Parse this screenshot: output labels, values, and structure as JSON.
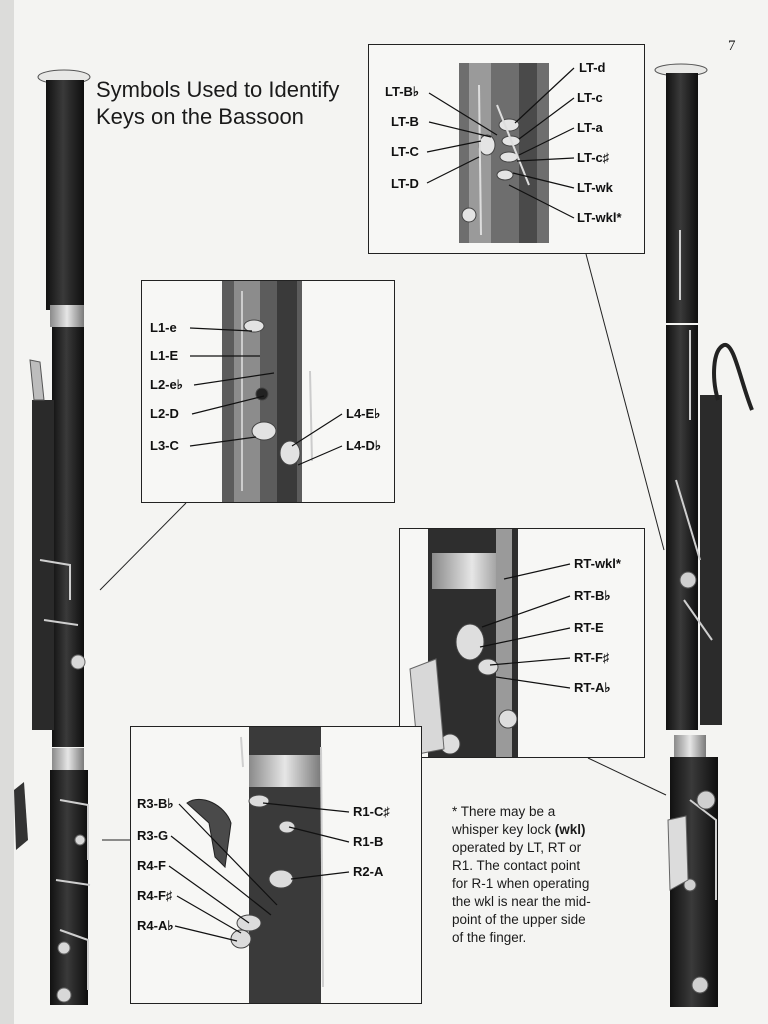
{
  "page_number": "7",
  "title": {
    "line1": "Symbols Used to Identify",
    "line2": "Keys on the Bassoon"
  },
  "panels": {
    "left_thumb": {
      "left_labels": [
        "LT-B♭",
        "LT-B",
        "LT-C",
        "LT-D"
      ],
      "right_labels": [
        "LT-d",
        "LT-c",
        "LT-a",
        "LT-c♯",
        "LT-wk",
        "LT-wkl*"
      ]
    },
    "left_hand": {
      "left_labels": [
        "L1-e",
        "L1-E",
        "L2-e♭",
        "L2-D",
        "L3-C"
      ],
      "right_labels": [
        "L4-E♭",
        "L4-D♭"
      ]
    },
    "right_thumb": {
      "right_labels": [
        "RT-wkl*",
        "RT-B♭",
        "RT-E",
        "RT-F♯",
        "RT-A♭"
      ]
    },
    "right_hand": {
      "left_labels": [
        "R3-B♭",
        "R3-G",
        "R4-F",
        "R4-F♯",
        "R4-A♭"
      ],
      "right_labels": [
        "R1-C♯",
        "R1-B",
        "R2-A"
      ]
    }
  },
  "footnote": {
    "star": "* There may be a",
    "line2a": "whisper key lock ",
    "line2b": "(wkl)",
    "line3": "operated by LT, RT or",
    "line4": "R1. The contact point",
    "line5": "for R-1 when operating",
    "line6": "the wkl is near the mid-",
    "line7": "point of the upper side",
    "line8": "of the finger."
  }
}
